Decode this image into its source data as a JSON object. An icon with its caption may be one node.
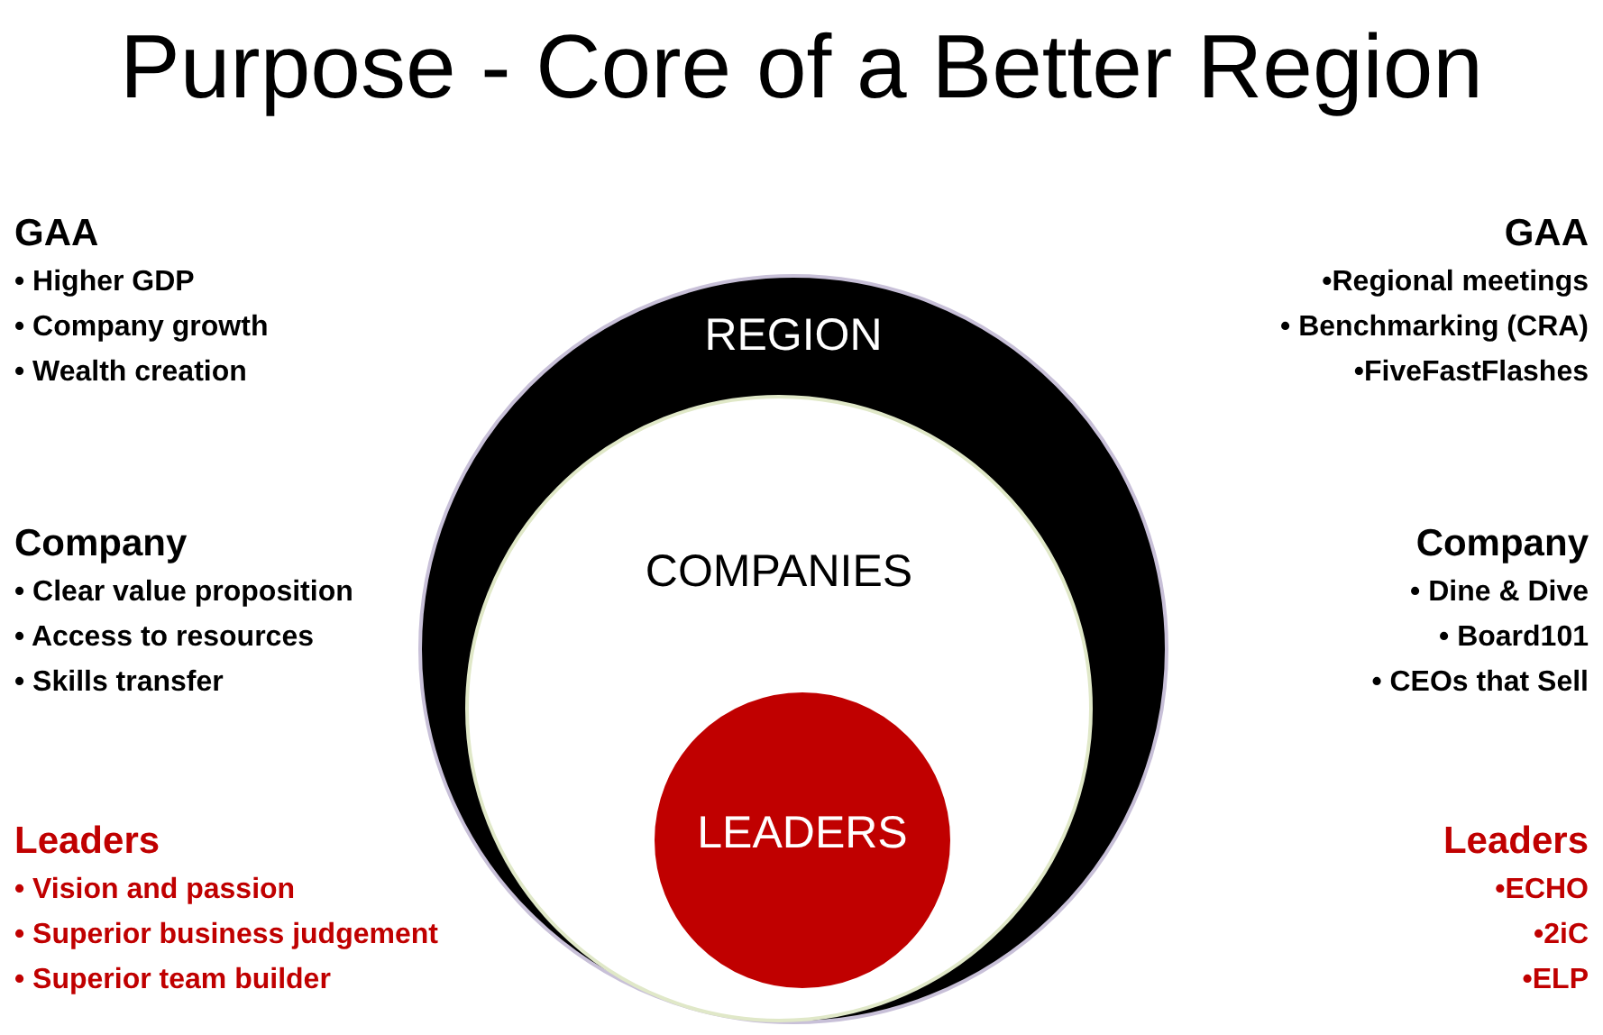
{
  "diagram": {
    "title": "Purpose - Core of a Better Region",
    "nodes": [
      {
        "text": [
          "REGION"
        ]
      },
      {
        "text": [
          "COMPANIES"
        ],
        "in": 0
      },
      {
        "text": [
          "LEADERS"
        ],
        "in": 1
      }
    ],
    "labels": [
      "GAA",
      "• Higher GDP",
      "• Company growth",
      "• Wealth creation",
      "Company",
      "• Clear value proposition",
      "• Access to resources",
      "• Skills transfer",
      "Leaders",
      "• Vision and passion",
      "• Superior business judgement",
      "• Superior team builder",
      "GAA",
      "•Regional meetings",
      "• Benchmarking (CRA)",
      "•FiveFastFlashes",
      "Company",
      "• Dine & Dive",
      "• Board101",
      "• CEOs that Sell",
      "Leaders",
      "•ECHO",
      "•2iC",
      "•ELP"
    ]
  }
}
